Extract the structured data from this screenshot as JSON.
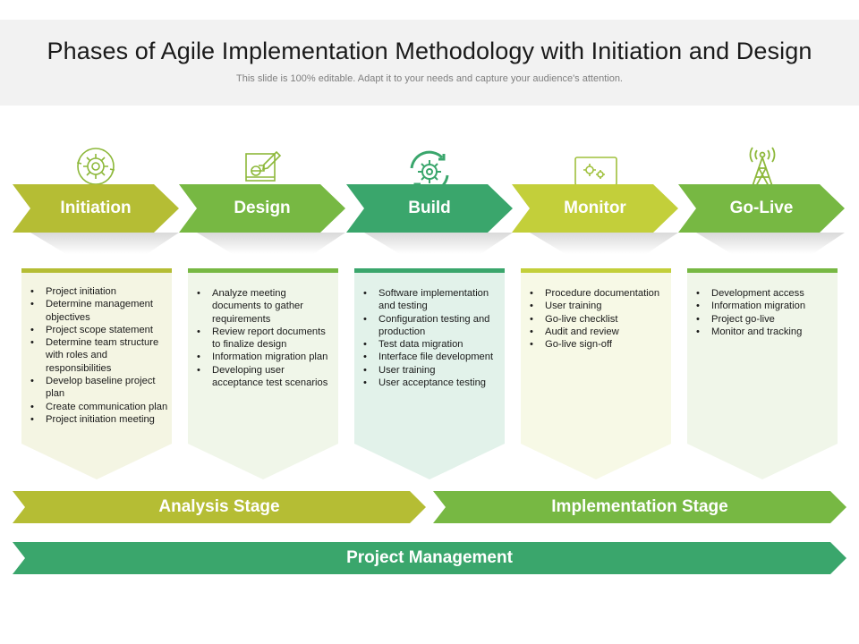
{
  "header": {
    "title": "Phases of Agile Implementation Methodology  with Initiation and Design",
    "subtitle": "This slide is 100% editable. Adapt it to your needs and capture your audience's attention."
  },
  "colors": {
    "olive": "#b5bd34",
    "green": "#77b843",
    "teal": "#3aa66c",
    "lime": "#c3cf3a",
    "icon_stroke": "#8db83a"
  },
  "phases": [
    {
      "label": "Initiation",
      "icon": "gear-cycle-icon",
      "color": "#b5bd34",
      "card_fill": "#f4f5e3",
      "card_line": "#b5bd34",
      "items": [
        "Project initiation",
        "Determine management objectives",
        "Project scope statement",
        "Determine team structure with roles and responsibilities",
        "Develop baseline project plan",
        "Create communication plan",
        "Project initiation meeting"
      ]
    },
    {
      "label": "Design",
      "icon": "design-pencil-icon",
      "color": "#77b843",
      "card_fill": "#f0f6e9",
      "card_line": "#77b843",
      "items": [
        "Analyze meeting documents to gather requirements",
        "Review report documents to finalize design",
        "Information migration plan",
        "Developing user acceptance test scenarios"
      ]
    },
    {
      "label": "Build",
      "icon": "gear-arrows-icon",
      "color": "#3aa66c",
      "card_fill": "#e2f2ea",
      "card_line": "#3aa66c",
      "items": [
        "Software implementation and testing",
        "Configuration testing and production",
        "Test data migration",
        "Interface file development",
        "User training",
        "User acceptance testing"
      ]
    },
    {
      "label": "Monitor",
      "icon": "monitor-gears-icon",
      "color": "#c3cf3a",
      "card_fill": "#f7f9e6",
      "card_line": "#c3cf3a",
      "items": [
        "Procedure documentation",
        "User training",
        "Go-live checklist",
        "Audit and review",
        "Go-live sign-off"
      ]
    },
    {
      "label": "Go-Live",
      "icon": "broadcast-tower-icon",
      "color": "#77b843",
      "card_fill": "#f0f6e9",
      "card_line": "#77b843",
      "items": [
        "Development access",
        "Information migration",
        "Project go-live",
        "Monitor and tracking"
      ]
    }
  ],
  "stages": {
    "analysis": {
      "label": "Analysis Stage",
      "color": "#b5bd34"
    },
    "implementation": {
      "label": "Implementation Stage",
      "color": "#77b843"
    },
    "management": {
      "label": "Project Management",
      "color": "#3aa66c"
    }
  }
}
